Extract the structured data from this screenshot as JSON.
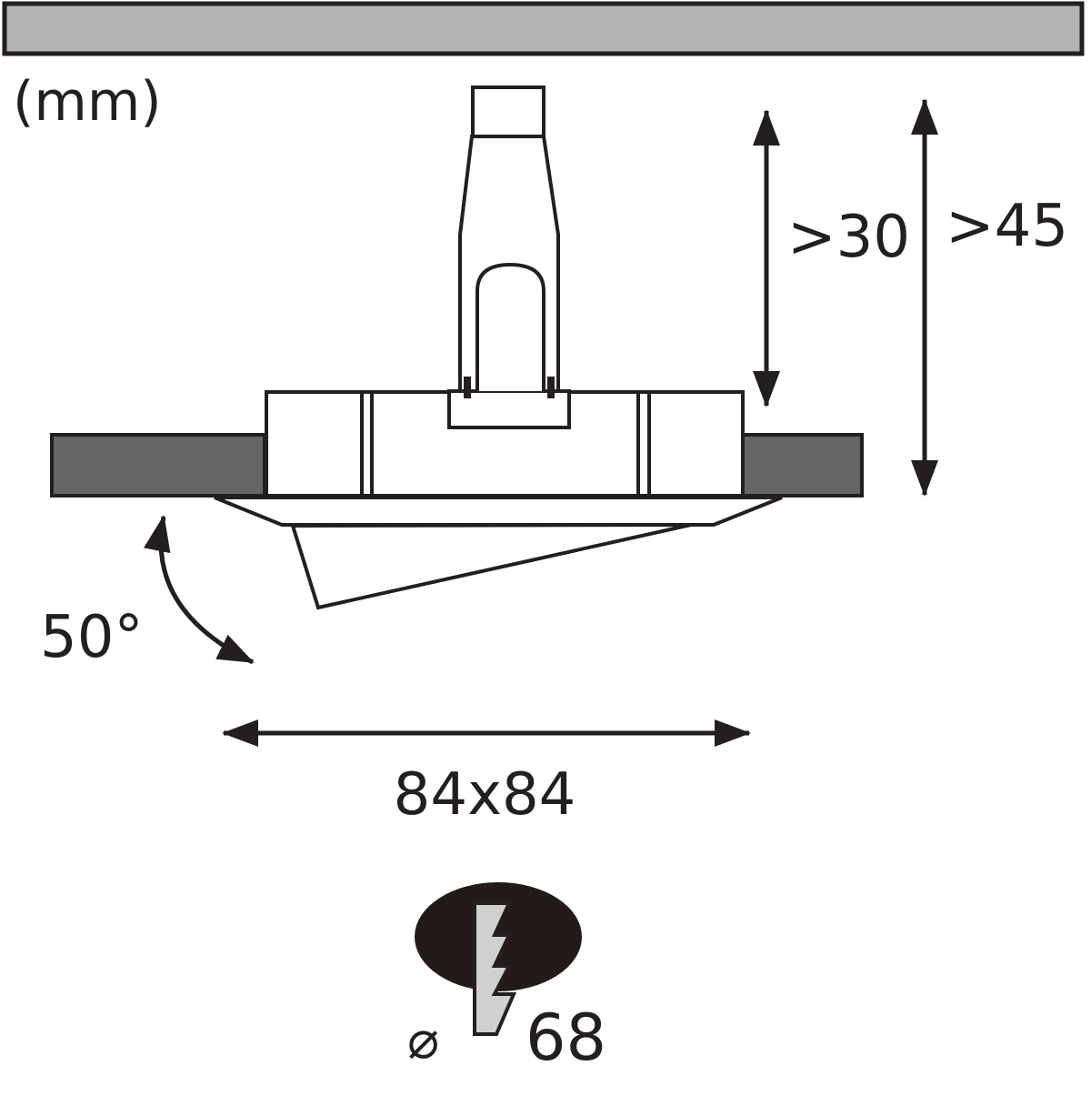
{
  "units_label": "(mm)",
  "dimensions": {
    "min_depth_short": ">30",
    "min_depth_long": ">45",
    "tilt_angle": "50°",
    "trim_size": "84x84",
    "cutout_symbol": "⌀",
    "cutout_diameter": "68"
  },
  "colors": {
    "line": "#231f20",
    "ceiling_fill": "#b3b3b3",
    "ceiling_section_fill": "#666666",
    "hole_fill": "#231a1a",
    "break_fill": "#d0d0d0"
  }
}
